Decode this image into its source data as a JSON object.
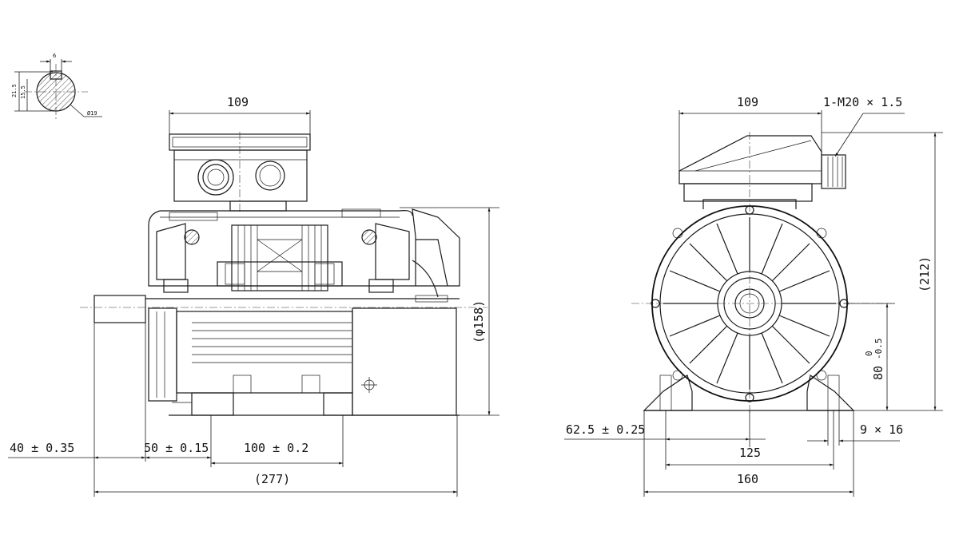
{
  "drawing": {
    "detail": {
      "key_width": "6",
      "shaft_height_1": "21.5",
      "shaft_height_2": "15.5",
      "shaft_diameter": "Ø19"
    },
    "side_view": {
      "terminal_box_width": "109",
      "frame_diameter": "(φ158)",
      "shaft_extension": "40 ± 0.35",
      "foot_offset": "50 ± 0.15",
      "foot_spacing": "100 ± 0.2",
      "overall_length": "(277)"
    },
    "end_view": {
      "terminal_box_width": "109",
      "cable_gland": "1-M20 × 1.5",
      "overall_height": "(212)",
      "shaft_height_main": "80",
      "shaft_height_upper_tol": "0",
      "shaft_height_lower_tol": "-0.5",
      "half_foot_distance": "62.5 ± 0.25",
      "foot_hole_spacing": "125",
      "foot_width": "160",
      "foot_hole_size": "9 × 16"
    }
  }
}
